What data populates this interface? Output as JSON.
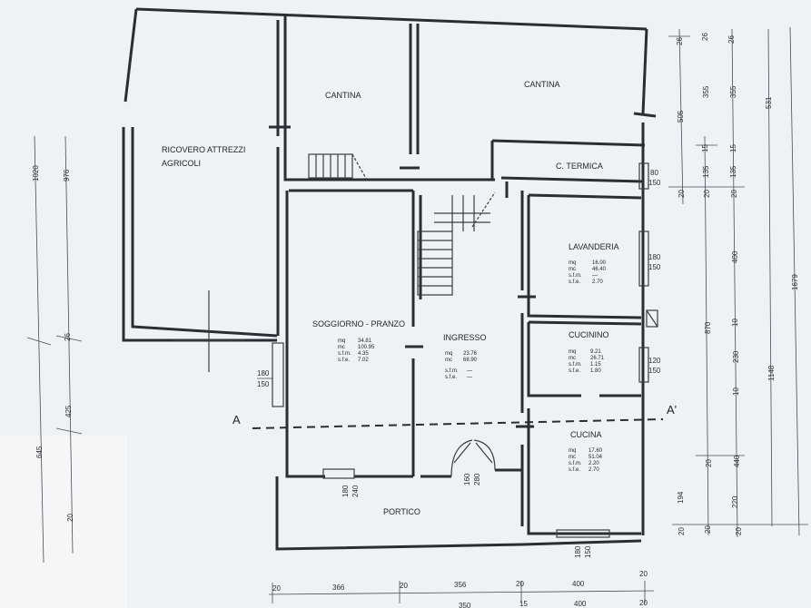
{
  "rooms": {
    "ricovero_line1": "RICOVERO ATTREZZI",
    "ricovero_line2": "AGRICOLI",
    "cantina_left": "CANTINA",
    "cantina_right": "CANTINA",
    "c_termica": "C. TERMICA",
    "lavanderia": {
      "name": "LAVANDERIA",
      "mq_label": "mq",
      "mq": "16.00",
      "mc_label": "mc",
      "mc": "46.40",
      "sfm_label": "s.f.m.",
      "sfm": "—",
      "sfe_label": "s.f.e.",
      "sfe": "2.70"
    },
    "soggiorno": {
      "name": "SOGGIORNO - PRANZO",
      "mq_label": "mq",
      "mq": "34.81",
      "mc_label": "mc",
      "mc": "100.95",
      "sfm_label": "s.f.m.",
      "sfm": "4.35",
      "sfe_label": "s.f.e.",
      "sfe": "7.02"
    },
    "ingresso": {
      "name": "INGRESSO",
      "mq_label": "mq",
      "mq": "23.76",
      "mc_label": "mc",
      "mc": "68.90",
      "sfm_label": "s.f.m.",
      "sfm": "—",
      "sfe_label": "s.f.e.",
      "sfe": "—"
    },
    "cucinino": {
      "name": "CUCININO",
      "mq_label": "mq",
      "mq": "9.21",
      "mc_label": "mc",
      "mc": "26.71",
      "sfm_label": "s.f.m.",
      "sfm": "1.15",
      "sfe_label": "s.f.e.",
      "sfe": "1.80"
    },
    "cucina": {
      "name": "CUCINA",
      "mq_label": "mq",
      "mq": "17.60",
      "mc_label": "mc",
      "mc": "51.04",
      "sfm_label": "s.f.m.",
      "sfm": "2.20",
      "sfe_label": "s.f.e.",
      "sfe": "2.70"
    },
    "portico": "PORTICO"
  },
  "openings": {
    "w_soggiorno_side": [
      "180",
      "150"
    ],
    "w_soggiorno_bottom": [
      "180",
      "240"
    ],
    "door_main": [
      "160",
      "280"
    ],
    "w_cucina_bottom": [
      "180",
      "150"
    ],
    "w_termica": [
      "80",
      "150"
    ],
    "w_lavanderia": [
      "180",
      "150"
    ],
    "w_cucinino": [
      "120",
      "150"
    ]
  },
  "section": {
    "start": "A",
    "end": "A'"
  },
  "dims_left": {
    "outer": [
      "1020",
      "645"
    ],
    "mid": [
      "976",
      "26",
      "425",
      "20"
    ]
  },
  "dims_right": {
    "col1": [
      "26",
      "505",
      "20"
    ],
    "col2": [
      "15",
      "135",
      "20",
      "870",
      "20",
      "194",
      "20"
    ],
    "col3": [
      "26",
      "355",
      "15",
      "135",
      "20",
      "870",
      "220",
      "20"
    ],
    "col4": [
      "26",
      "355",
      "15",
      "135",
      "20",
      "400",
      "10",
      "230",
      "10",
      "440",
      "20"
    ],
    "col5": [
      "531",
      "1148"
    ],
    "col6": [
      "1679"
    ]
  },
  "dims_bottom": {
    "row1": [
      "20",
      "366",
      "20",
      "356",
      "20",
      "400",
      "20"
    ],
    "row2": [
      "350",
      "15",
      "400",
      "20"
    ]
  }
}
